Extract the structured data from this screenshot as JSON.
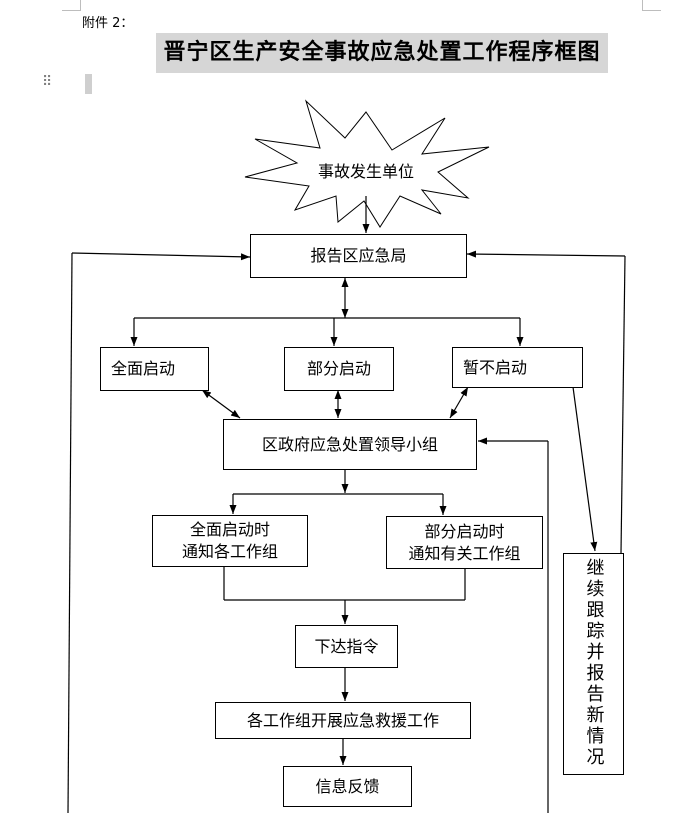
{
  "header": {
    "attachment_label": "附件 2：",
    "title": "晋宁区生产安全事故应急处置工作程序框图"
  },
  "flowchart": {
    "start": "事故发生单位",
    "report": "报告区应急局",
    "option_full": "全面启动",
    "option_partial": "部分启动",
    "option_none": "暂不启动",
    "leading_group": "区政府应急处置领导小组",
    "notify_full_line1": "全面启动时",
    "notify_full_line2": "通知各工作组",
    "notify_partial_line1": "部分启动时",
    "notify_partial_line2": "通知有关工作组",
    "issue_order": "下达指令",
    "rescue": "各工作组开展应急救援工作",
    "feedback": "信息反馈",
    "follow_up": "继续跟踪并报告新情况"
  }
}
